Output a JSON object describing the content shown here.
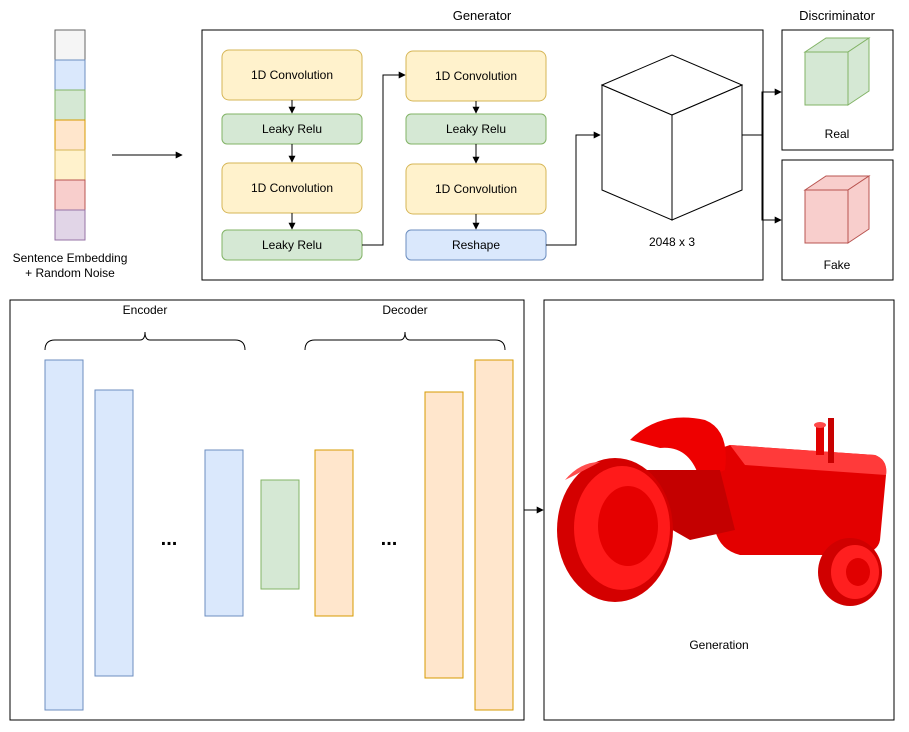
{
  "embedding": {
    "label_line1": "Sentence Embedding",
    "label_line2": "+ Random Noise",
    "segment_colors": [
      "#f5f5f5",
      "#dae8fc",
      "#d5e8d4",
      "#ffe6cc",
      "#fff2cc",
      "#f8cecc",
      "#e1d5e7"
    ]
  },
  "generator": {
    "title": "Generator",
    "left_column": [
      "1D Convolution",
      "Leaky Relu",
      "1D Convolution",
      "Leaky Relu"
    ],
    "right_column": [
      "1D Convolution",
      "Leaky Relu",
      "1D Convolution",
      "Reshape"
    ],
    "output_label": "2048 x 3"
  },
  "discriminator": {
    "title": "Discriminator",
    "real_label": "Real",
    "fake_label": "Fake"
  },
  "autoencoder": {
    "encoder_label": "Encoder",
    "decoder_label": "Decoder",
    "ellipsis": "..."
  },
  "generation": {
    "label": "Generation",
    "object_color": "#ff0000"
  },
  "colors": {
    "conv_fill": "#fff2cc",
    "conv_stroke": "#d6b656",
    "relu_fill": "#d5e8d4",
    "relu_stroke": "#82b366",
    "reshape_fill": "#dae8fc",
    "reshape_stroke": "#6c8ebf",
    "enc_fill": "#dae8fc",
    "enc_stroke": "#6c8ebf",
    "dec_fill": "#ffe6cc",
    "dec_stroke": "#d79b00",
    "fake_fill": "#f8cecc",
    "fake_stroke": "#b85450"
  }
}
